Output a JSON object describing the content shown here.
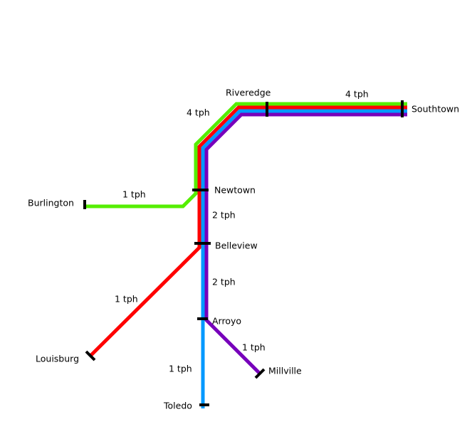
{
  "colors": {
    "green_line": "#55ee00",
    "red_line": "#ff0000",
    "blue_line": "#0099ff",
    "purple_line": "#7700bb",
    "station": "#000000"
  },
  "stations": {
    "riveredge": "Riveredge",
    "southtown": "Southtown",
    "newtown": "Newtown",
    "burlington": "Burlington",
    "belleview": "Belleview",
    "arroyo": "Arroyo",
    "louisburg": "Louisburg",
    "millville": "Millville",
    "toledo": "Toledo"
  },
  "frequencies": {
    "riveredge_southtown": "4 tph",
    "trunk_diagonal": "4 tph",
    "burlington_branch": "1 tph",
    "newtown_belleview": "2 tph",
    "belleview_arroyo": "2 tph",
    "louisburg_branch": "1 tph",
    "millville_branch": "1 tph",
    "toledo_branch": "1 tph"
  }
}
